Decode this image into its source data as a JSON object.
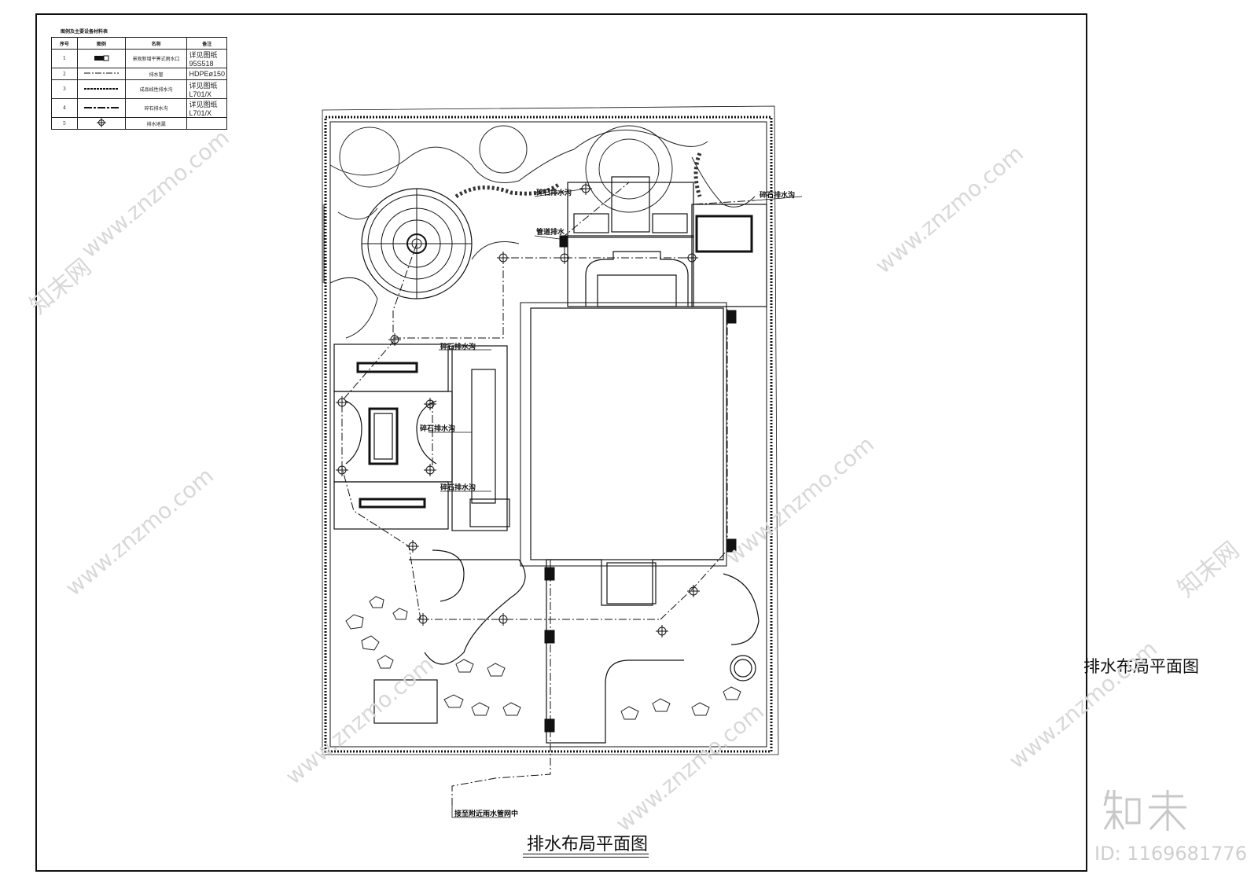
{
  "legend": {
    "title": "图例及主要设备材料表",
    "headers": [
      "序号",
      "图例",
      "名称",
      "备注"
    ],
    "rows": [
      {
        "no": "1",
        "name": "景观新增平箅式雨水口",
        "spec": "详见图纸95S518"
      },
      {
        "no": "2",
        "name": "排水管",
        "spec": "HDPEø150"
      },
      {
        "no": "3",
        "name": "成品线性排水沟",
        "spec": "详见图纸L701/X"
      },
      {
        "no": "4",
        "name": "碎石排水沟",
        "spec": "详见图纸L701/X"
      },
      {
        "no": "5",
        "name": "排水地漏",
        "spec": ""
      }
    ]
  },
  "labels": {
    "gravel_ditch": "碎石排水沟",
    "pipe_drain": "管道排水",
    "outlet_note": "接至附近雨水管网中"
  },
  "title_main": "排水布局平面图",
  "title_side": "排水布局平面图",
  "watermark": {
    "site": "www.znzmo.com",
    "brand": "知末网",
    "logo": "知末",
    "id": "ID: 1169681776"
  },
  "colors": {
    "ink": "#111111",
    "watermark": "#d8d8d8",
    "paper": "#ffffff"
  }
}
